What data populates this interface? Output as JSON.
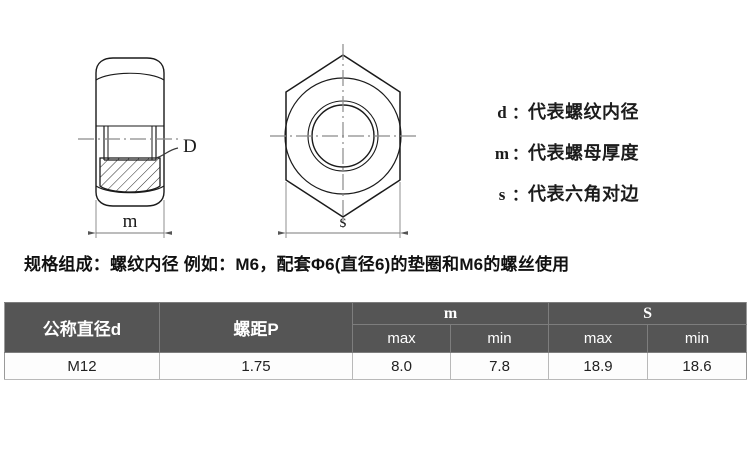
{
  "diagram": {
    "title_none": "",
    "side_view": {
      "name": "hex-nut-side-view",
      "inner_diameter_label": "D",
      "thickness_label": "m"
    },
    "top_view": {
      "name": "hex-nut-top-view",
      "across_flats_label": "s"
    }
  },
  "legend": {
    "items": [
      {
        "symbol": "d",
        "colon": "：",
        "desc": "代表螺纹内径"
      },
      {
        "symbol": "m",
        "colon": "：",
        "desc": "代表螺母厚度"
      },
      {
        "symbol": "s",
        "colon": "：",
        "desc": "代表六角对边"
      }
    ]
  },
  "spec_note": {
    "text": "规格组成：螺纹内径 例如：M6，配套Φ6(直径6)的垫圈和M6的螺丝使用"
  },
  "table": {
    "header": {
      "nominal_diameter": "公称直径d",
      "pitch": "螺距P",
      "m_group": "m",
      "s_group": "S",
      "m_max": "max",
      "m_min": "min",
      "s_max": "max",
      "s_min": "min"
    },
    "rows": [
      {
        "nominal_diameter": "M12",
        "pitch": "1.75",
        "m_max": "8.0",
        "m_min": "7.8",
        "s_max": "18.9",
        "s_min": "18.6"
      }
    ]
  },
  "colors": {
    "header_bg": "#555555",
    "header_text": "#ffffff",
    "cell_bg": "#fdfdfd",
    "cell_text": "#222222",
    "grid_line": "#b9b9b9",
    "drawing_line": "#1a1a1a",
    "centerline": "#888888",
    "page_bg": "#ffffff"
  }
}
